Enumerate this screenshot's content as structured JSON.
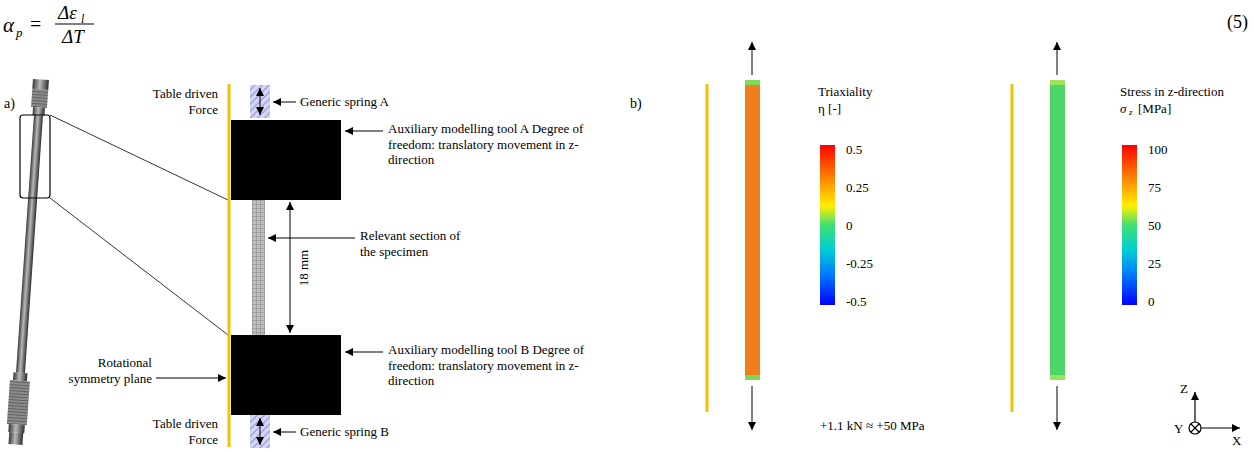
{
  "diagram": {
    "labels": [
      "α",
      "p",
      "=",
      "Δε",
      "l",
      "ΔT",
      "(5)",
      "a)",
      "Table driven Force",
      "Generic spring A",
      "Auxiliary modelling tool A Degree of freedom: translatory movement in z-direction",
      "Relevant section of the specimen",
      "18 mm",
      "Auxiliary modelling tool B Degree of freedom: translatory movement in z-direction",
      "Rotational symmetry plane",
      "Table driven Force",
      "Generic spring B",
      "b)",
      "Triaxiality",
      "η [-]",
      "0.5",
      "0.25",
      "0",
      "-0.25",
      "-0.5",
      "Stress in z-direction",
      "σ",
      "z",
      "[MPa]",
      "100",
      "75",
      "50",
      "25",
      "0",
      "+1.1 kN ≈ +50 MPa",
      "Z",
      "Y",
      "X"
    ]
  }
}
